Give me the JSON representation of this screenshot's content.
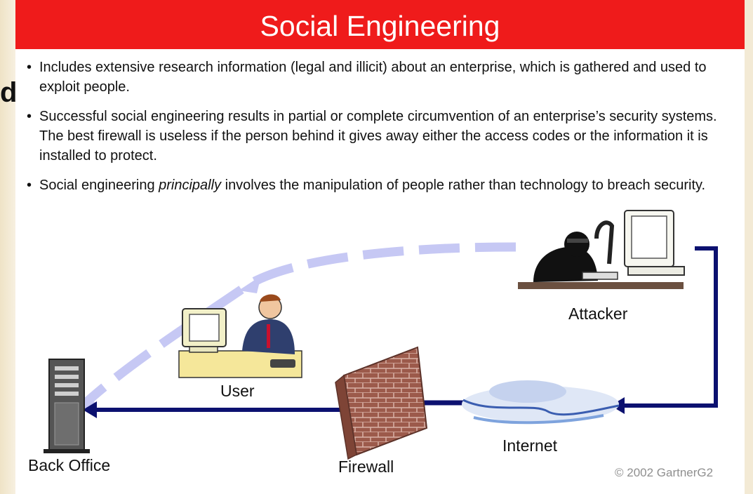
{
  "title": "Social Engineering",
  "edge_text": "d",
  "bullets": [
    {
      "text": "Includes extensive research information (legal and illicit) about an enterprise, which is gathered and used to exploit people."
    },
    {
      "text": "Successful social engineering results in partial or complete circumvention of an enterprise’s security systems. The best firewall is useless if the person behind it gives away either the access codes or the information it is installed to protect."
    },
    {
      "pre": "Social engineering ",
      "emph": "principally",
      "post": " involves the manipulation of people rather than technology to breach security."
    }
  ],
  "nodes": {
    "attacker": "Attacker",
    "user": "User",
    "back_office": "Back Office",
    "firewall": "Firewall",
    "internet": "Internet"
  },
  "copyright": "© 2002 GartnerG2",
  "colors": {
    "title_bar": "#ef1b1b",
    "attack_path": "#0c1170",
    "social_path": "#c6c8f4",
    "firewall_brick": "#9c5a4b"
  }
}
